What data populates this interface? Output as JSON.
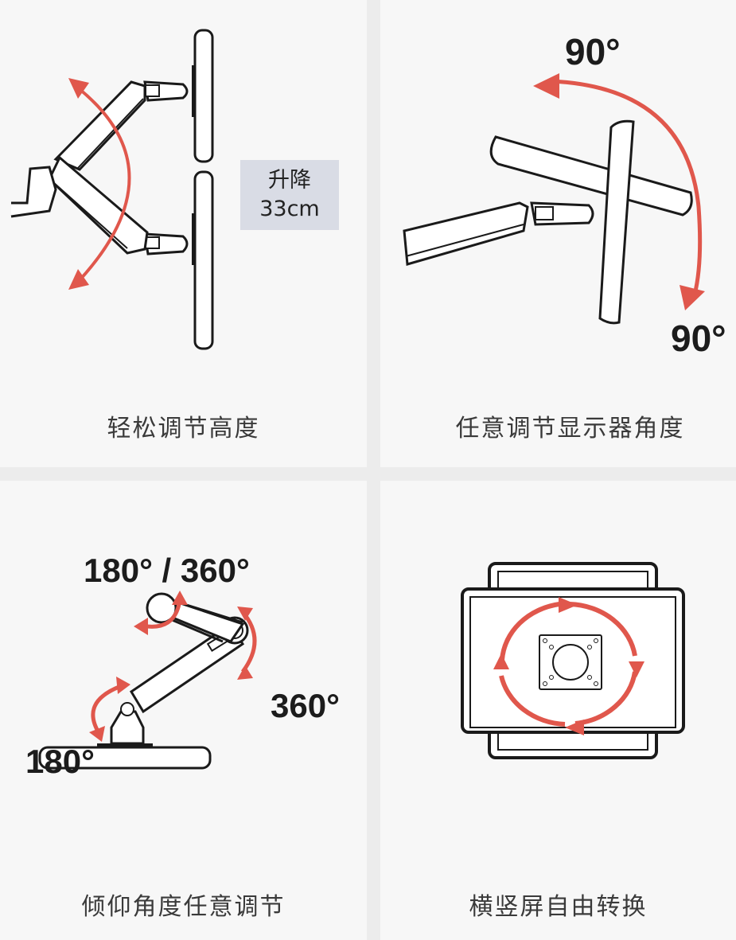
{
  "colors": {
    "accent": "#e0574c",
    "line": "#1a1a1a",
    "panel_bg": "#f7f7f7",
    "page_bg": "#ececec",
    "badge_bg": "#d9dce5"
  },
  "panels": [
    {
      "caption": "轻松调节高度",
      "badge": {
        "line1": "升降",
        "line2": "33cm"
      },
      "icon": "height-adjust-arm-icon"
    },
    {
      "caption": "任意调节显示器角度",
      "labels": [
        "90°",
        "90°"
      ],
      "icon": "monitor-swivel-icon"
    },
    {
      "caption": "倾仰角度任意调节",
      "labels": [
        "180° / 360°",
        "360°",
        "180°"
      ],
      "icon": "tilt-arm-icon"
    },
    {
      "caption": "横竖屏自由转换",
      "icon": "rotate-landscape-portrait-icon"
    }
  ]
}
